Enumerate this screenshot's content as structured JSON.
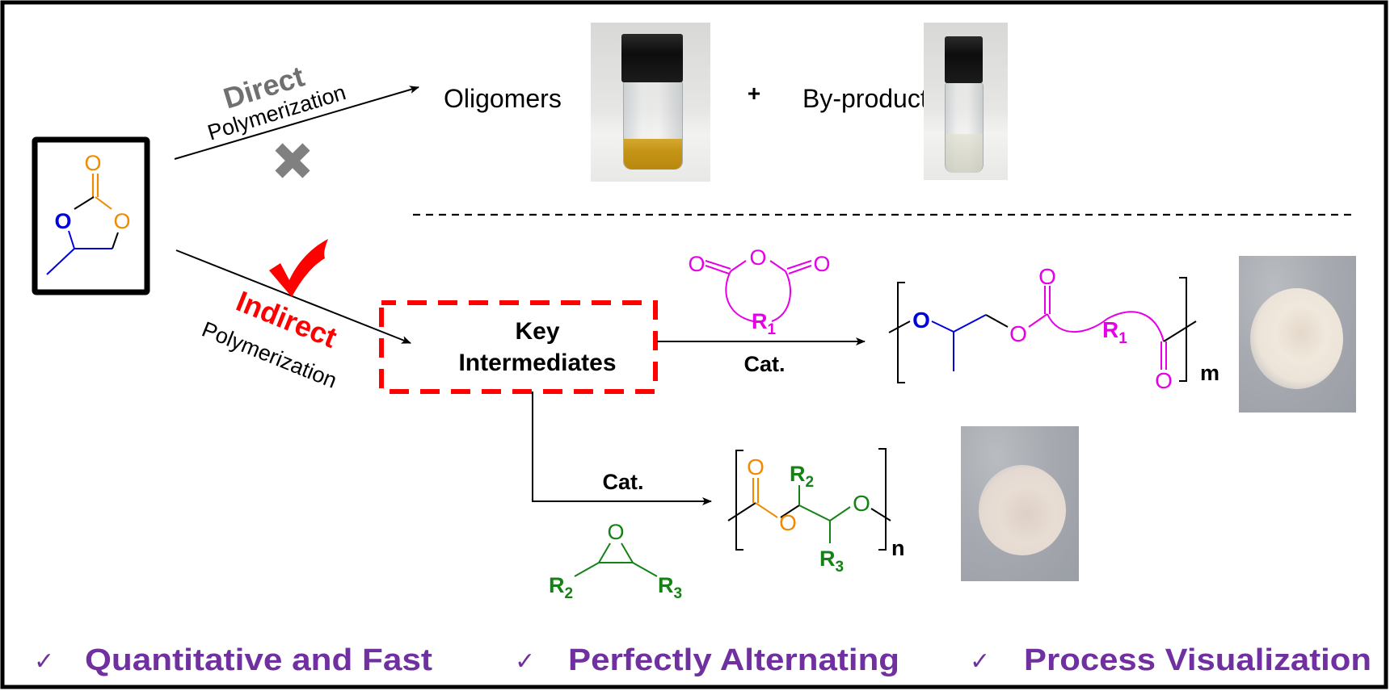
{
  "figure": {
    "type": "graphical-abstract",
    "subject": "Polymerization of propylene carbonate"
  },
  "direct_route": {
    "label_bold": "Direct",
    "label": "Polymerization",
    "status_icon": "cross-icon",
    "products": [
      {
        "label": "Oligomers",
        "photo": "yellow-liquid-vial"
      },
      {
        "label": "By-products",
        "photo": "clear-liquid-vial"
      }
    ],
    "plus": "+"
  },
  "indirect_route": {
    "label_bold": "Indirect",
    "label": "Polymerization",
    "status_icon": "check-icon",
    "intermediate_box": {
      "line1": "Key",
      "line2": "Intermediates"
    }
  },
  "starting_material": {
    "name": "propylene carbonate",
    "atoms": {
      "carbonyl_o": "O",
      "ring_o_left": "O",
      "ring_o_right": "O"
    }
  },
  "reaction_upper": {
    "reagent": {
      "name": "cyclic anhydride",
      "o_left": "O",
      "o_bridge": "O",
      "o_right": "O",
      "r": "R",
      "r_sub": "1"
    },
    "catalyst": "Cat.",
    "product": {
      "name": "polyester (anhydride/propylene oxide)",
      "o_ether": "O",
      "o_ester": "O",
      "o_carbonyl_top": "O",
      "o_carbonyl_bottom": "O",
      "r": "R",
      "r_sub": "1",
      "repeat": "m"
    },
    "photo": "white-crystalline-powder"
  },
  "reaction_lower": {
    "catalyst": "Cat.",
    "reagent": {
      "name": "epoxide",
      "o": "O",
      "r_left": "R",
      "r_left_sub": "2",
      "r_right": "R",
      "r_right_sub": "3"
    },
    "product": {
      "name": "polyester (epoxide)",
      "o_carbonyl": "O",
      "o_ester": "O",
      "o_ether": "O",
      "r_top": "R",
      "r_top_sub": "2",
      "r_bottom": "R",
      "r_bottom_sub": "3",
      "repeat": "n"
    },
    "photo": "white-fine-powder"
  },
  "highlights": [
    {
      "icon": "✓",
      "text": "Quantitative and Fast"
    },
    {
      "icon": "✓",
      "text": "Perfectly Alternating"
    },
    {
      "icon": "✓",
      "text": "Process Visualization"
    }
  ],
  "colors": {
    "orange": "#F08A00",
    "blue": "#0000E0",
    "magenta": "#E600E6",
    "green": "#148214",
    "red": "#FF0000",
    "gray": "#707070",
    "purple": "#7030A0"
  }
}
